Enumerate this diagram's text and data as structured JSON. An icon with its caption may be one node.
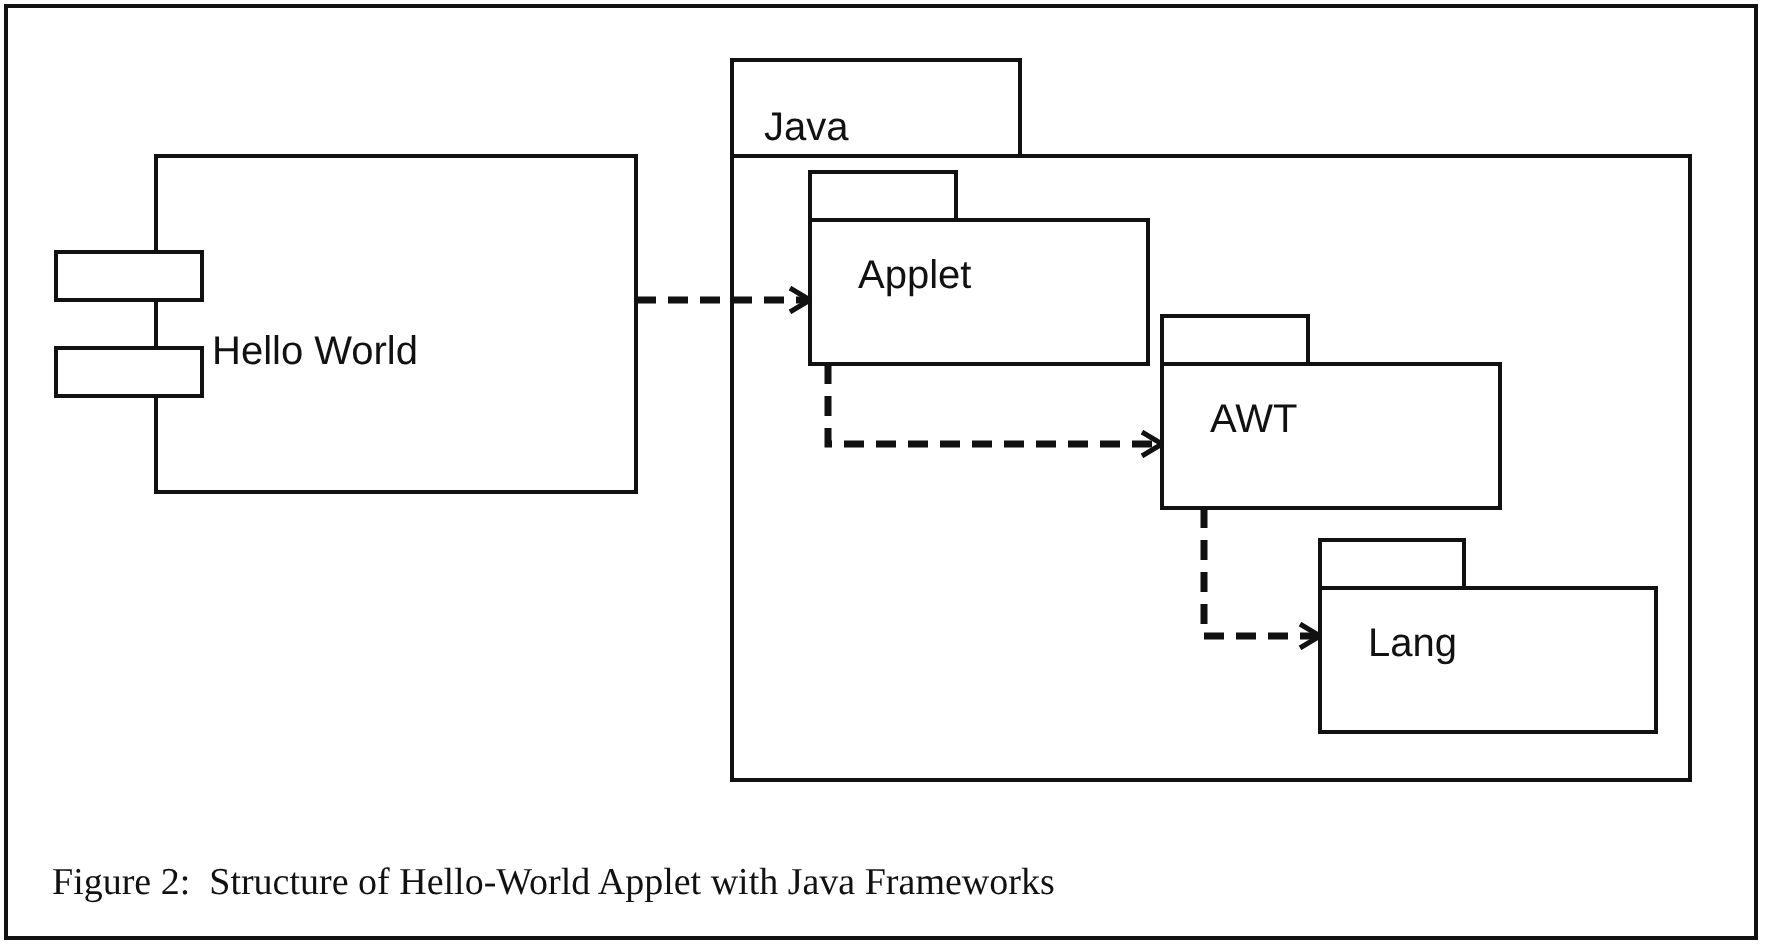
{
  "diagram": {
    "caption": "Figure 2:  Structure of Hello-World Applet with Java Frameworks",
    "nodes": [
      {
        "text": [
          "Hello World"
        ]
      },
      {
        "text": [
          "Java"
        ]
      },
      {
        "text": [
          "Applet"
        ],
        "in": 1
      },
      {
        "text": [
          "AWT"
        ],
        "in": 1
      },
      {
        "text": [
          "Lang"
        ],
        "in": 1
      }
    ],
    "edges": [
      {
        "from": 0,
        "to": 2,
        "arrow": "to",
        "style": "dashed"
      },
      {
        "from": 2,
        "to": 3,
        "arrow": "to",
        "style": "dashed"
      },
      {
        "from": 3,
        "to": 4,
        "arrow": "to",
        "style": "dashed"
      }
    ]
  }
}
